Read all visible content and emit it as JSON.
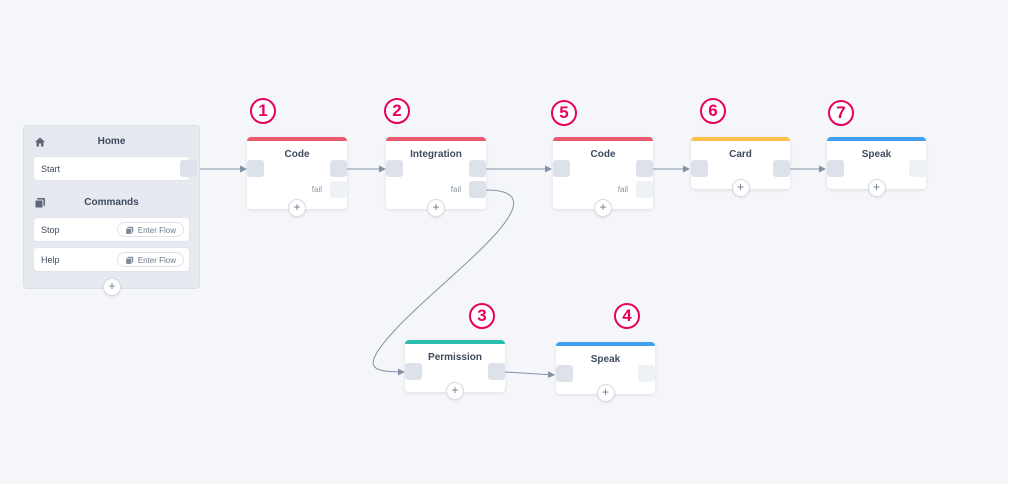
{
  "colors": {
    "code_bar": "#ea5a6f",
    "integration_bar": "#ea5a6f",
    "permission_bar": "#2bbfb0",
    "speak_bar": "#3ea0ee",
    "card_bar": "#fbbf4c",
    "marker": "#e8005f",
    "connector": "#8293a8"
  },
  "home": {
    "title": "Home",
    "icon": "house-icon",
    "start_label": "Start",
    "commands_title": "Commands",
    "commands_icon": "stack-icon",
    "commands": [
      {
        "label": "Stop",
        "action": "Enter Flow"
      },
      {
        "label": "Help",
        "action": "Enter Flow"
      }
    ],
    "add_symbol": "+"
  },
  "blocks": {
    "code1": {
      "title": "Code",
      "fail_label": "fail",
      "marker": "1"
    },
    "integration": {
      "title": "Integration",
      "fail_label": "fail",
      "marker": "2"
    },
    "permission": {
      "title": "Permission",
      "marker": "3"
    },
    "speak1": {
      "title": "Speak",
      "marker": "4"
    },
    "code2": {
      "title": "Code",
      "fail_label": "fail",
      "marker": "5"
    },
    "card": {
      "title": "Card",
      "marker": "6"
    },
    "speak2": {
      "title": "Speak",
      "marker": "7"
    }
  },
  "add_symbol": "+"
}
